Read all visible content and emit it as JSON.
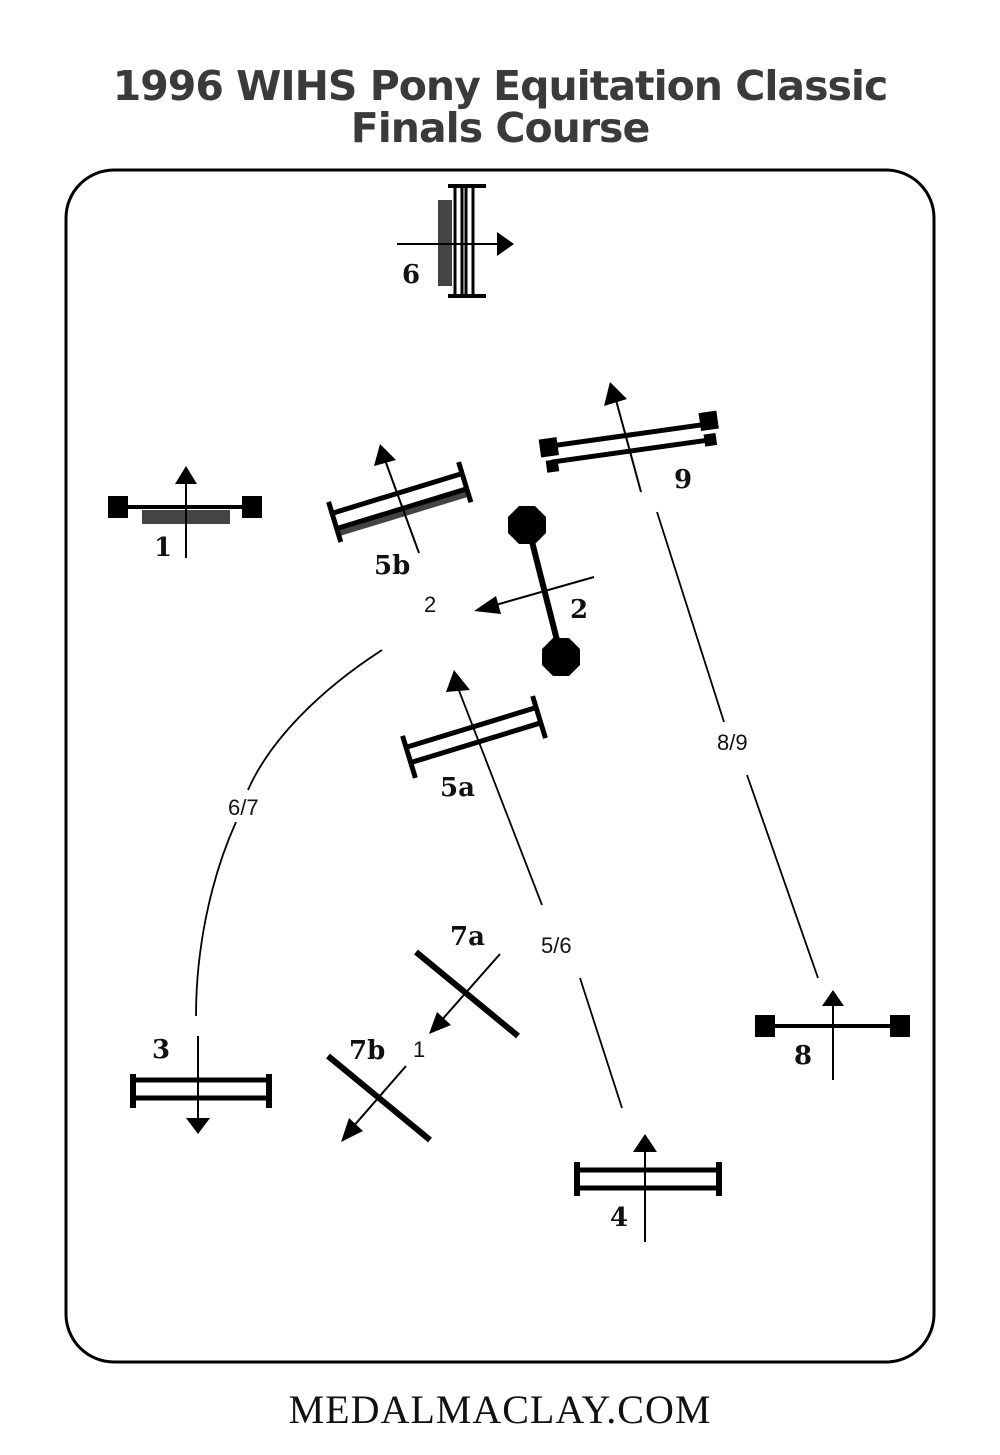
{
  "header": {
    "title_line1": "1996 WIHS Pony Equitation Classic",
    "title_line2": "Finals Course"
  },
  "fences": {
    "f1": "1",
    "f2": "2",
    "f3": "3",
    "f4": "4",
    "f5a": "5a",
    "f5b": "5b",
    "f6": "6",
    "f7a": "7a",
    "f7b": "7b",
    "f8": "8",
    "f9": "9"
  },
  "strides": {
    "s2": "2",
    "s1": "1",
    "s56": "5/6",
    "s67": "6/7",
    "s89": "8/9"
  },
  "footer": {
    "site": "MEDALMACLAY.COM"
  }
}
